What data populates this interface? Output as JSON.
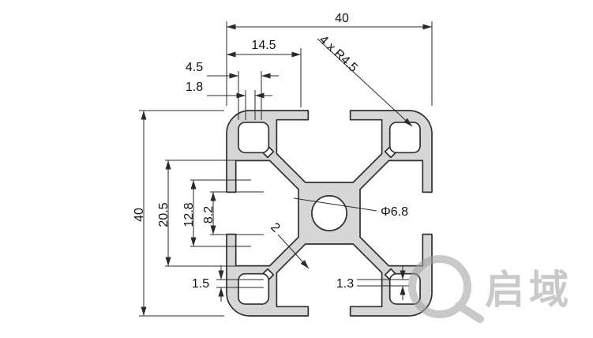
{
  "drawing": {
    "dims": {
      "overall_width": "40",
      "overall_height": "40",
      "slot_position": "14.5",
      "lip_width": "4.5",
      "lip_thickness": "1.8",
      "corner_radius": "4 x R4.5",
      "cavity_depth": "20.5",
      "cavity_width": "12.8",
      "slot_opening": "8.2",
      "web_thickness": "2",
      "center_hole": "Φ6.8",
      "bottom_left_wall": "1.5",
      "bottom_wall": "1.3"
    },
    "watermark": {
      "brand": "启域"
    }
  }
}
